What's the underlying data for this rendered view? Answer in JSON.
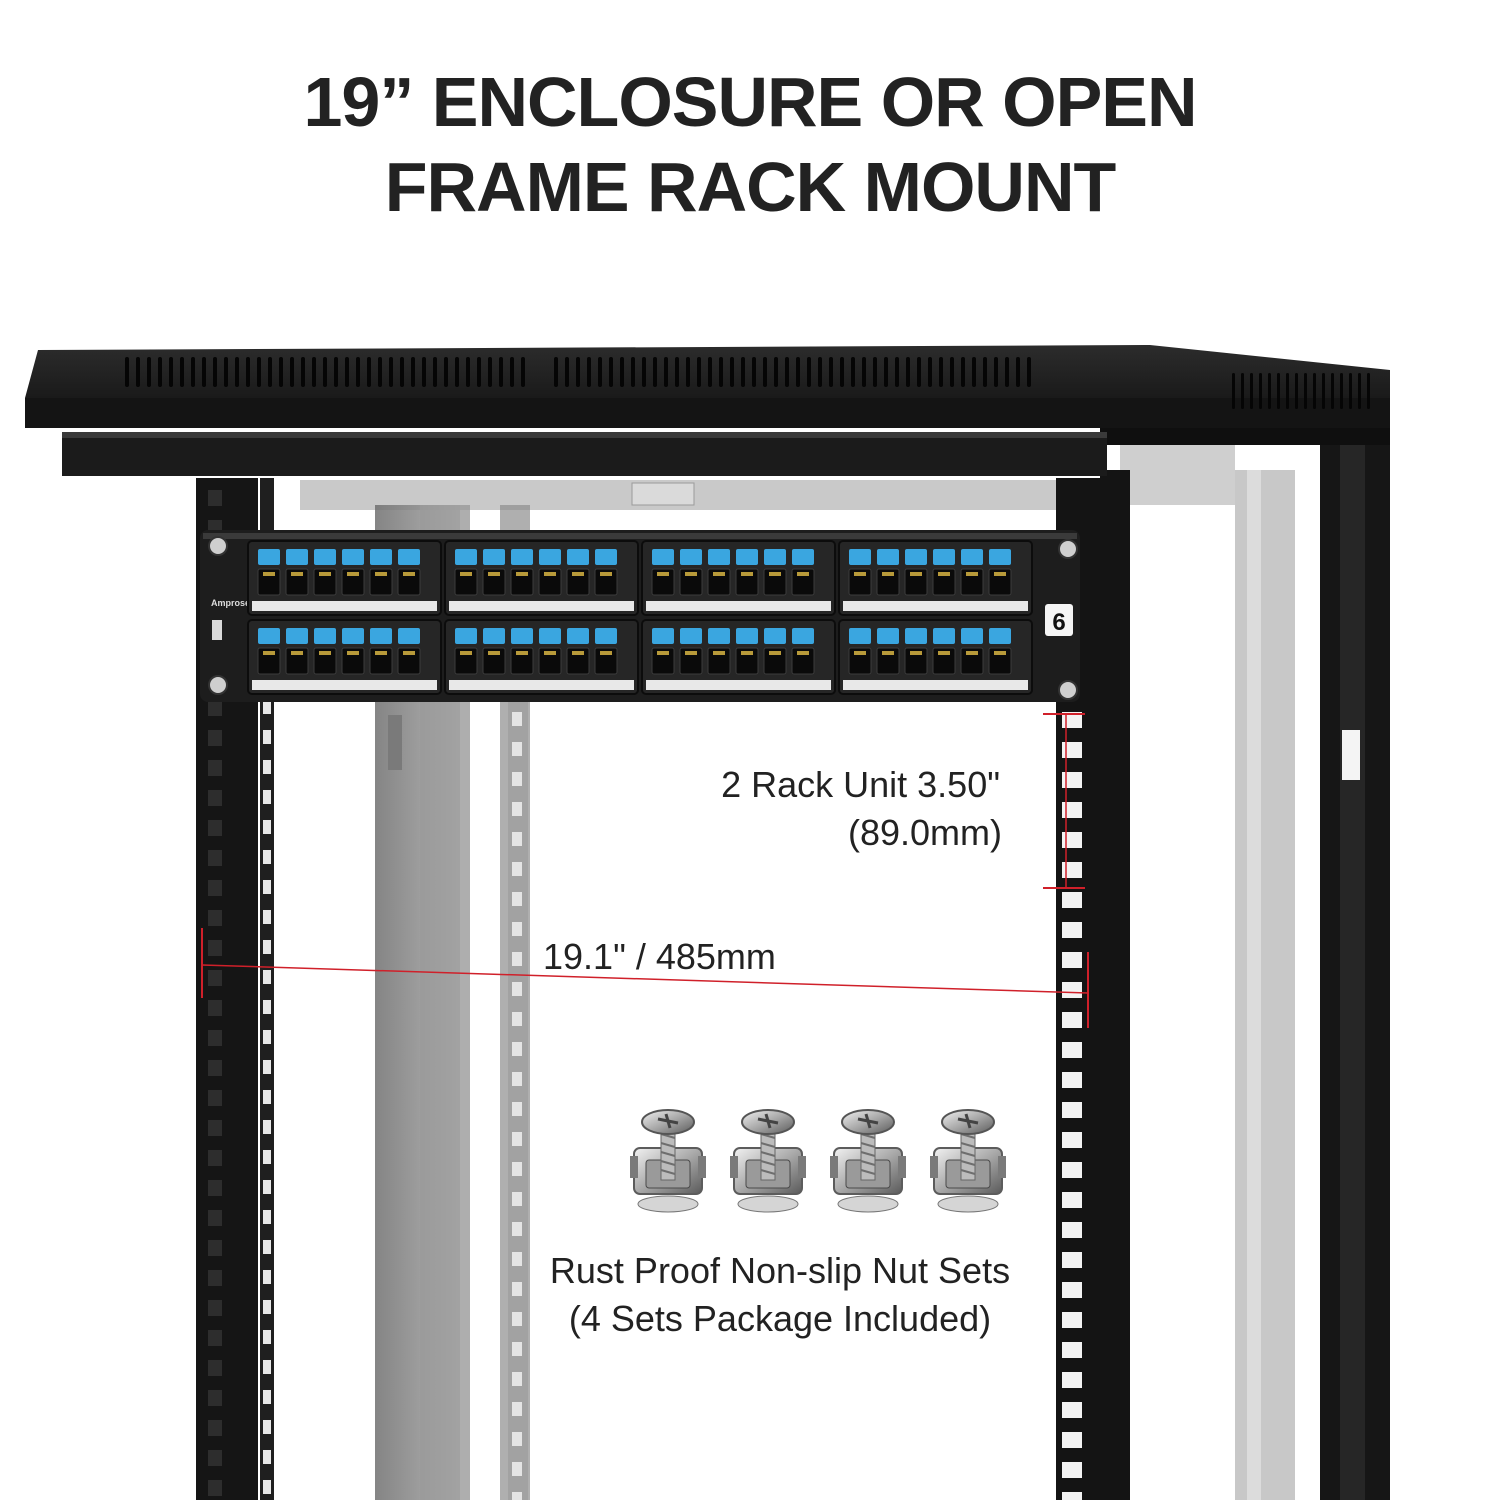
{
  "title": {
    "line1": "19” ENCLOSURE OR OPEN",
    "line2": "FRAME RACK MOUNT"
  },
  "patch_panel": {
    "brand": "Amprose",
    "category_badge": "6",
    "port_count": 48,
    "rows": 2,
    "modules_per_row": 4,
    "ports_per_module": 6
  },
  "dimensions": {
    "height_line1": "2 Rack Unit 3.50\"",
    "height_line2": "(89.0mm)",
    "width": "19.1\" / 485mm"
  },
  "hardware": {
    "nut_set_count": 4,
    "caption_line1": "Rust Proof Non-slip Nut Sets",
    "caption_line2": "(4 Sets Package Included)"
  },
  "colors": {
    "rack": "#1a1a1a",
    "panel": "#202020",
    "port_label": "#3aa6e0",
    "dimension_line": "#d0202a",
    "text": "#222222"
  }
}
